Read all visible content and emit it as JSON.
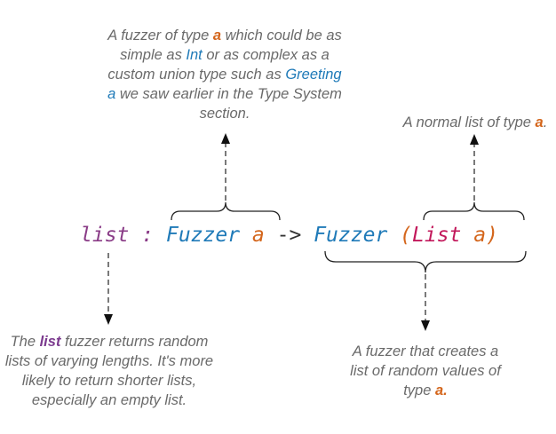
{
  "signature": {
    "list": "list",
    "colon": ":",
    "fuzzer1": "Fuzzer",
    "a1": "a",
    "arrow": "->",
    "fuzzer2": "Fuzzer",
    "lparen": "(",
    "List": "List",
    "a2": "a",
    "rparen": ")"
  },
  "notes": {
    "top_left": {
      "p1": "A fuzzer of type ",
      "a": "a",
      "p2": " which could be as simple as ",
      "int": "Int",
      "p3": " or as complex as a custom union type such as ",
      "greeting": "Greeting a",
      "p4": " we saw earlier in the Type System section."
    },
    "top_right": {
      "p1": "A normal list of type ",
      "a": "a",
      "p2": "."
    },
    "bottom_left": {
      "p1": "The ",
      "list": "list",
      "p2": " fuzzer returns random lists of varying lengths. It's more likely to return shorter lists, especially an empty list."
    },
    "bottom_right": {
      "p1": "A fuzzer that creates a list of random values of type ",
      "a": "a."
    }
  }
}
